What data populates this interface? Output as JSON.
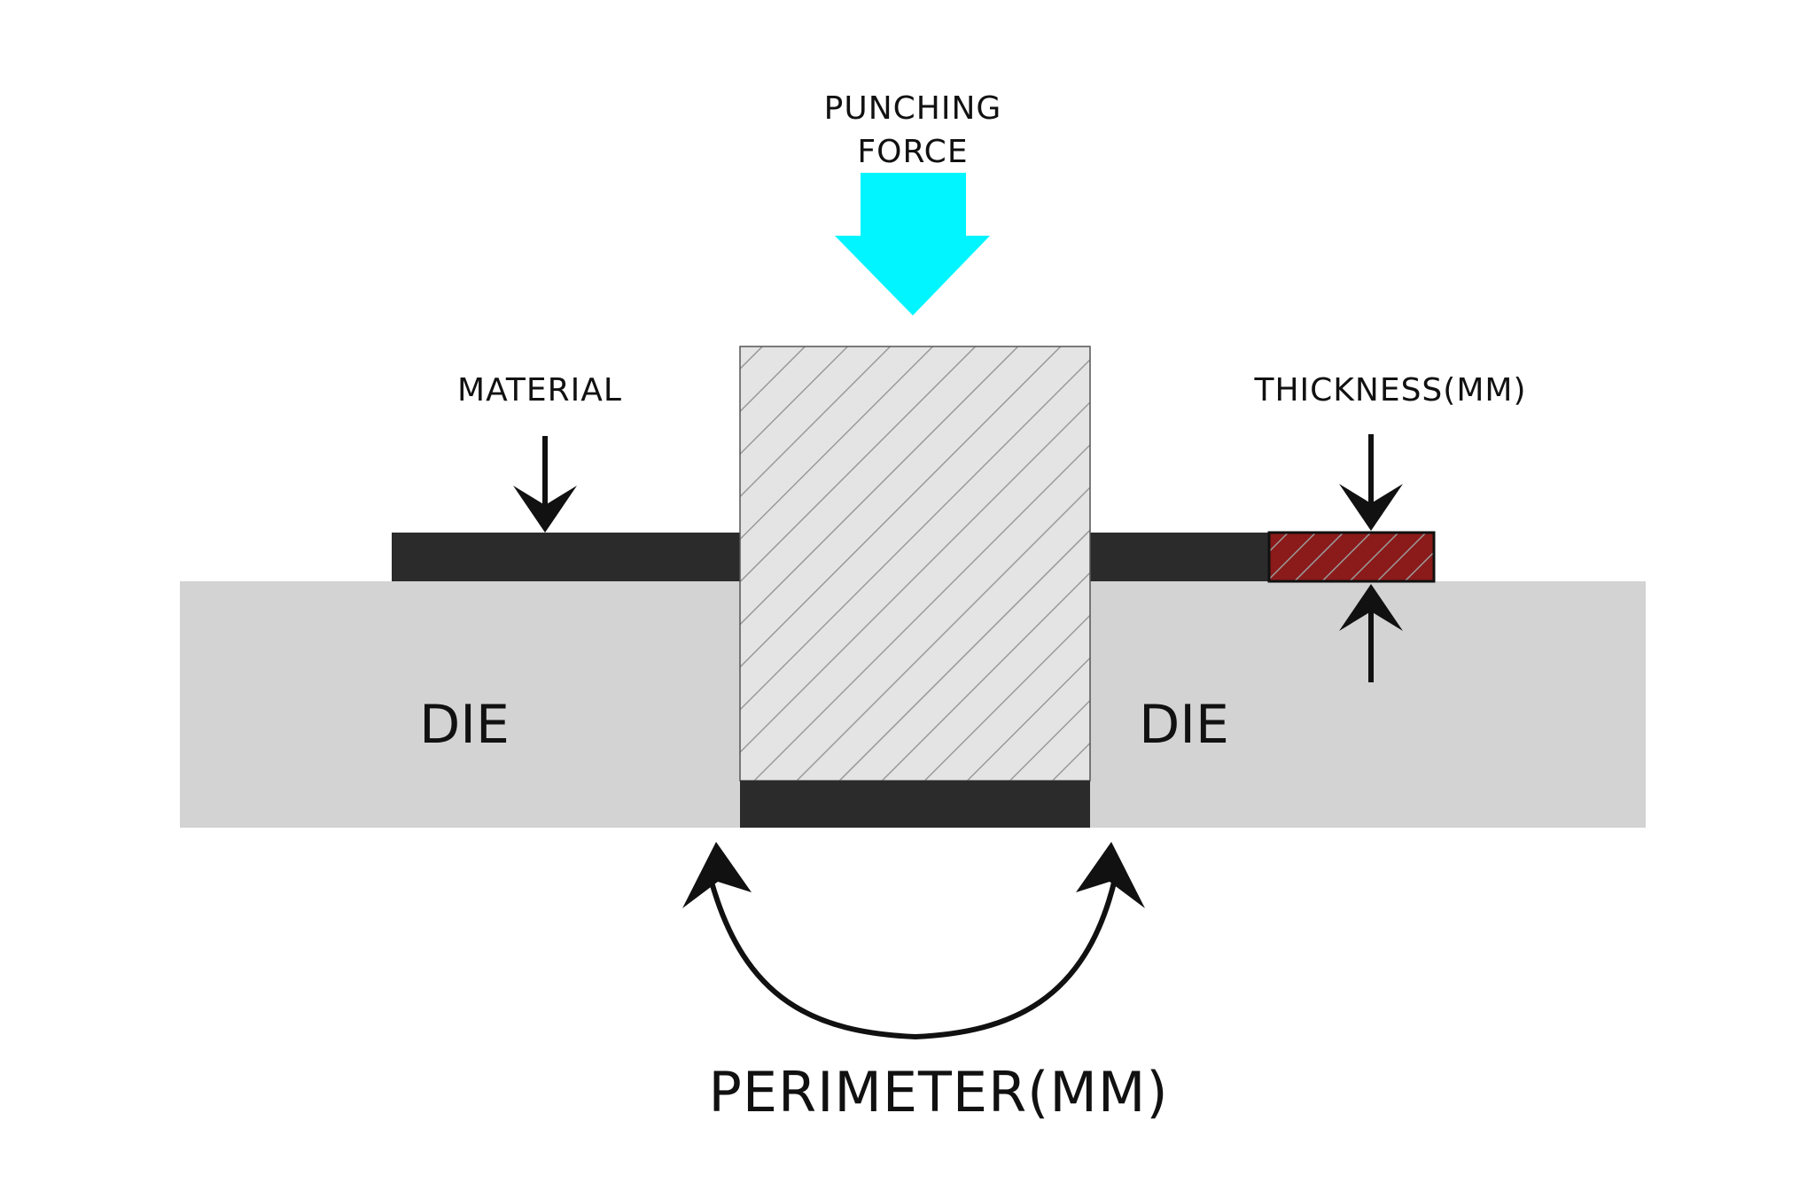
{
  "labels": {
    "punching_force_line1": "PUNCHING",
    "punching_force_line2": "FORCE",
    "material": "MATERIAL",
    "thickness": "THICKNESS(MM)",
    "die_left": "DIE",
    "die_right": "DIE",
    "perimeter": "PERIMETER(MM)"
  },
  "colors": {
    "background": "#ffffff",
    "die": "#d3d3d3",
    "material": "#2b2b2b",
    "punch_fill": "#e4e4e4",
    "punch_hatch": "#9a9a9a",
    "force_arrow": "#00f5ff",
    "thickness_highlight": "#8b1a1a",
    "arrow": "#111111"
  }
}
